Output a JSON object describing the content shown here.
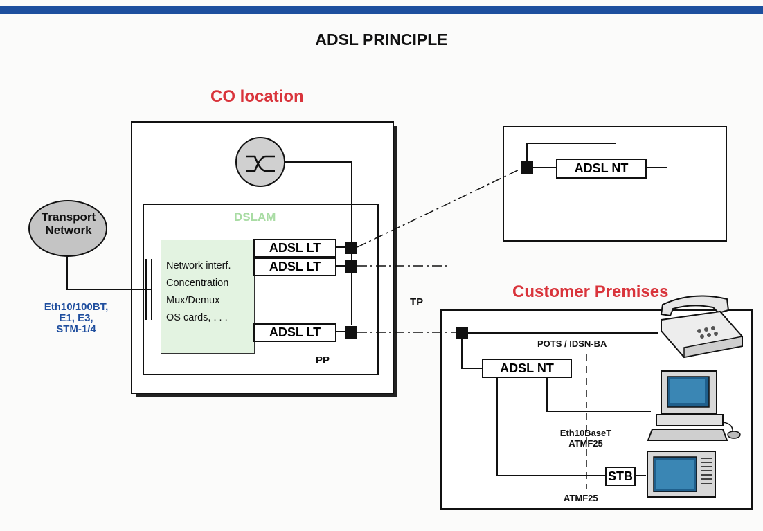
{
  "title": "ADSL PRINCIPLE",
  "co_location": {
    "heading": "CO location",
    "dslam_label": "DSLAM",
    "card_lines": [
      "Network interf.",
      "Concentration",
      "Mux/Demux",
      "OS cards, . . ."
    ],
    "lt_boxes": [
      "ADSL LT",
      "ADSL LT",
      "ADSL LT"
    ],
    "pp_label": "PP",
    "switch_icon": "switch-symbol-icon"
  },
  "transport": {
    "label_line1": "Transport",
    "label_line2": "Network",
    "interfaces": [
      "Eth10/100BT,",
      "E1, E3,",
      "STM-1/4"
    ]
  },
  "tp_label": "TP",
  "remote_site": {
    "nt_box": "ADSL NT"
  },
  "customer_premises": {
    "heading": "Customer Premises",
    "nt_box": "ADSL NT",
    "stb_box": "STB",
    "pots_label": "POTS / IDSN-BA",
    "eth_label_line1": "Eth10BaseT",
    "eth_label_line2": "ATMF25",
    "atm_label": "ATMF25",
    "icons": [
      "telephone-icon",
      "computer-icon",
      "tv-icon"
    ]
  },
  "colors": {
    "accent_red": "#d9343b",
    "accent_blue": "#1f4e9e",
    "bar_blue": "#1d4f9e",
    "card_green": "#e3f3e1"
  }
}
